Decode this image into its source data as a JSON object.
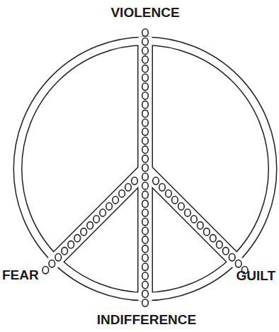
{
  "diagram": {
    "labels": [
      "VIOLENCE",
      "FEAR",
      "GUILT",
      "INDIFFERENCE"
    ]
  }
}
